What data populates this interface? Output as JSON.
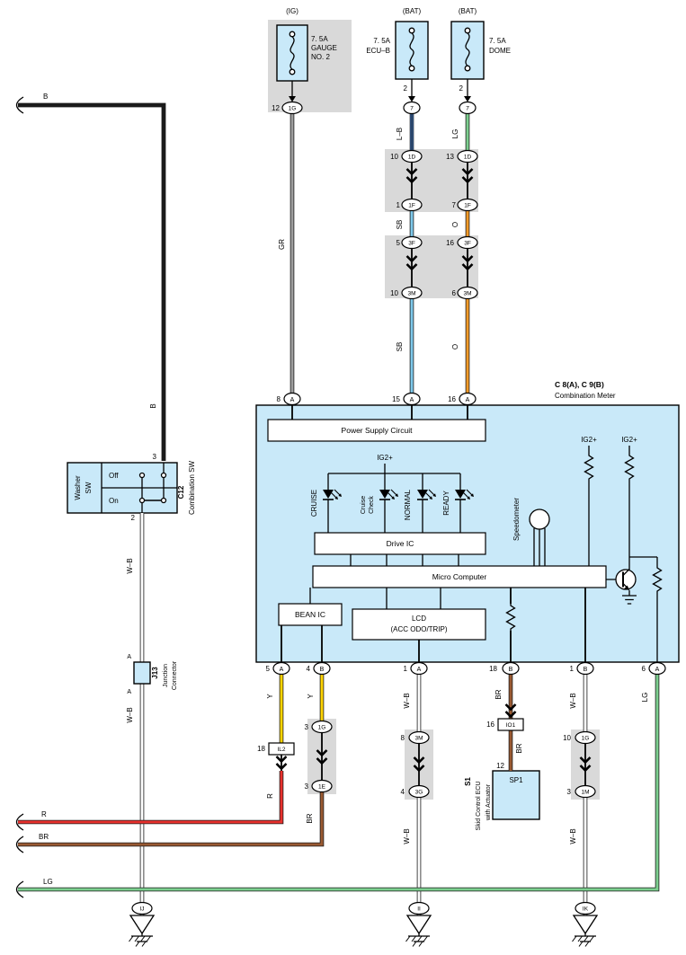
{
  "colors": {
    "black": "#1a1a1a",
    "gray_wire": "#9e9e9e",
    "sky_blue": "#7ec8ea",
    "blue": "#4a86d8",
    "orange": "#f59b28",
    "light_green": "#7ccf8f",
    "yellow": "#ffd400",
    "red": "#e8312d",
    "brown": "#9a5a32",
    "white": "#ffffff",
    "panel_blue": "#c9e9f9",
    "connector_gray": "#d9d9d9"
  },
  "fuses": {
    "ig_tag": "(IG)",
    "ig_rating": "7. 5A",
    "ig_name1": "GAUGE",
    "ig_name2": "NO. 2",
    "ig_pin": "12",
    "ig_conn": "1G",
    "ecub_tag": "(BAT)",
    "ecub_rating": "7. 5A",
    "ecub_name": "ECU–B",
    "ecub_pin": "2",
    "ecub_conn": "7",
    "dome_tag": "(BAT)",
    "dome_rating": "7. 5A",
    "dome_name": "DOME",
    "dome_pin": "2",
    "dome_conn": "7"
  },
  "conn": {
    "c1d_l_pin": "10",
    "c1d_l": "1D",
    "c1d_r_pin": "13",
    "c1d_r": "1D",
    "c1f_l_pin": "1",
    "c1f_l": "1F",
    "c1f_r_pin": "7",
    "c1f_r": "1F",
    "c3f_l_pin": "5",
    "c3f_l": "3F",
    "c3f_r_pin": "16",
    "c3f_r": "3F",
    "c3m_l_pin": "10",
    "c3m_l": "3M",
    "c3m_r_pin": "6",
    "c3m_r": "3M",
    "il2_pin": "18",
    "il2": "IL2",
    "g1g_pin": "3",
    "g1g": "1G",
    "g1e_pin": "3",
    "g1e": "1E",
    "g3m_pin": "8",
    "g3m": "3M",
    "g3g_pin": "4",
    "g3g": "3G",
    "io1_pin": "16",
    "io1": "IO1",
    "sp1_pin": "12",
    "h1g_pin": "10",
    "h1g": "1G",
    "h1m_pin": "3",
    "h1m": "1M"
  },
  "meter": {
    "code": "C 8(A), C 9(B)",
    "name": "Combination Meter",
    "p8": "8",
    "p15": "15",
    "p16": "16",
    "a": "A",
    "b": "B",
    "power": "Power Supply Circuit",
    "ig2": "IG2+",
    "ig2_r1": "IG2+",
    "ig2_r2": "IG2+",
    "led_cruise": "CRUISE",
    "led_cc1": "Cruise",
    "led_cc2": "Check",
    "led_normal": "NORMAL",
    "led_ready": "READY",
    "drive": "Drive IC",
    "micro": "Micro Computer",
    "bean": "BEAN IC",
    "lcd1": "LCD",
    "lcd2": "(ACC ODO/TRIP)",
    "speedo": "Speedometer",
    "bp5": "5",
    "bp4": "4",
    "bp1a": "1",
    "bp18": "18",
    "bp1b": "1",
    "bp6": "6"
  },
  "combo": {
    "pin3": "3",
    "washer1": "Washer",
    "washer2": "SW",
    "off": "Off",
    "on": "On",
    "pin2": "2",
    "code": "C12",
    "name": "Combination SW"
  },
  "junction": {
    "a1": "A",
    "a2": "A",
    "code": "J13",
    "name1": "Junction",
    "name2": "Connector"
  },
  "skid": {
    "sp1": "SP1",
    "code": "S1",
    "name1": "Skid Control ECU",
    "name2": "with Actuator"
  },
  "grounds": {
    "ij": "IJ",
    "ii": "II",
    "ik": "IK"
  },
  "wires": {
    "gr": "GR",
    "lb": "L–B",
    "lg_fuse": "LG",
    "sb_mid": "SB",
    "o_mid": "O",
    "sb_low": "SB",
    "o_low": "O",
    "b_h": "B",
    "b_v": "B",
    "y1": "Y",
    "y2": "Y",
    "r_v": "R",
    "br_v": "BR",
    "wb_l1": "W–B",
    "wb_l2": "W–B",
    "wb_31": "W–B",
    "wb_32": "W–B",
    "wb_51": "W–B",
    "wb_52": "W–B",
    "br_41": "BR",
    "br_42": "BR",
    "lg_6": "LG",
    "rail_r": "R",
    "rail_br": "BR",
    "rail_lg": "LG"
  }
}
